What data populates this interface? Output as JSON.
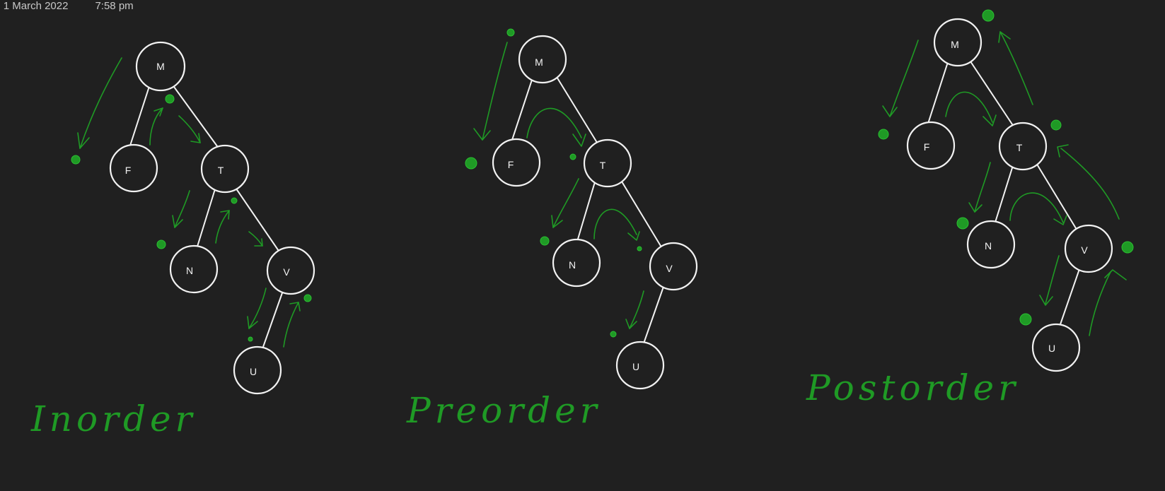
{
  "header": {
    "date": "y, 1 March 2022",
    "time": "7:58 pm"
  },
  "diagrams": [
    {
      "title": "Inorder",
      "nodes": [
        "M",
        "F",
        "T",
        "N",
        "V",
        "U"
      ]
    },
    {
      "title": "Preorder",
      "nodes": [
        "M",
        "F",
        "T",
        "N",
        "V",
        "U"
      ]
    },
    {
      "title": "Postorder",
      "nodes": [
        "M",
        "F",
        "T",
        "N",
        "V",
        "U"
      ]
    }
  ],
  "colors": {
    "background": "#202020",
    "node_stroke": "#f2f2f2",
    "ink": "#1f9a25",
    "header_text": "#c8c8c8"
  }
}
